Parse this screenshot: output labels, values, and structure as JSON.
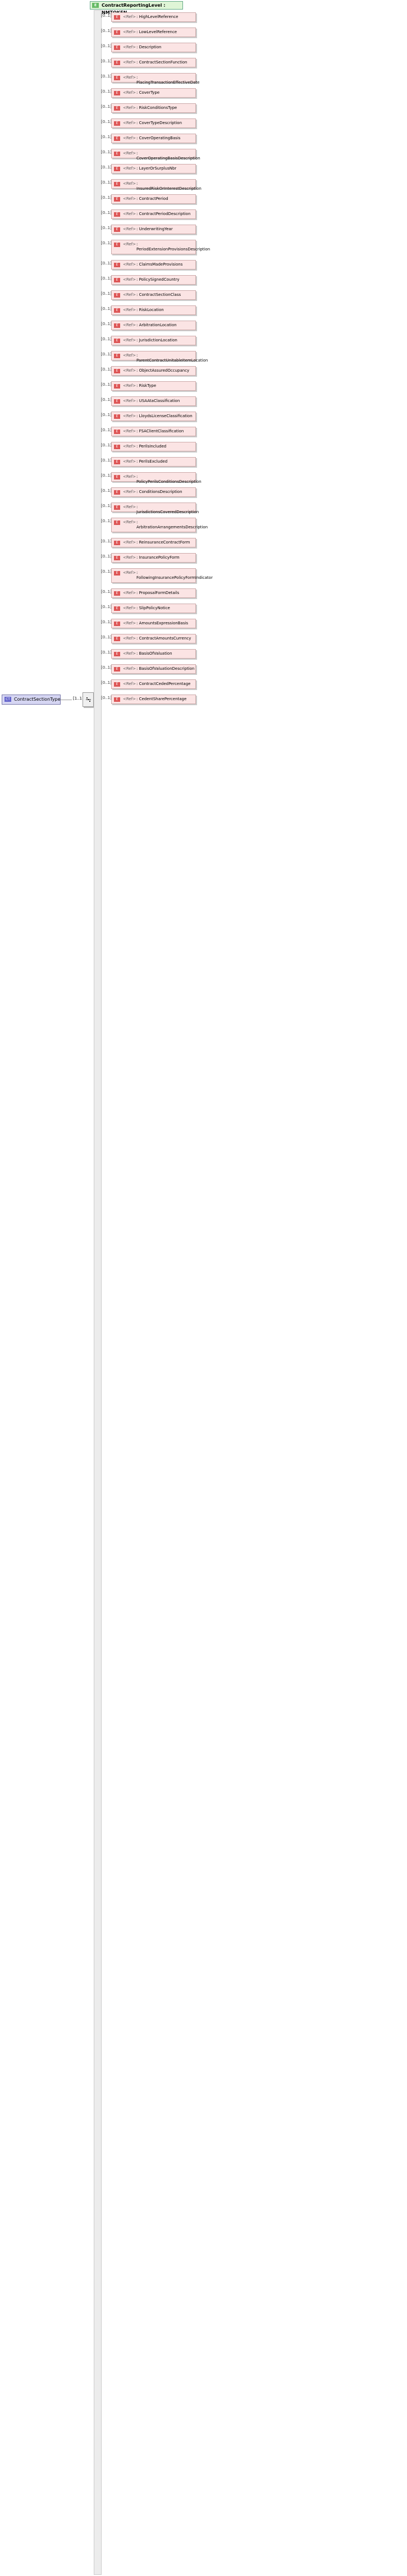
{
  "root": {
    "name": "ContractReportingLevel",
    "suffix": "NMTOKEN",
    "tag": "E"
  },
  "complex_type": {
    "label": "ContractSectionType",
    "tag": "CT"
  },
  "sequence_cardinality": "[1..1]",
  "ref_label": "<Ref>",
  "element_tag": "E",
  "elements": [
    {
      "card": "[0..1]",
      "name": ": HighLevelReference"
    },
    {
      "card": "[0..1]",
      "name": ": LowLevelReference"
    },
    {
      "card": "[0..1]",
      "name": ": Description"
    },
    {
      "card": "[0..1]",
      "name": ": ContractSectionFunction"
    },
    {
      "card": "[0..1]",
      "name": ": PlacingTransactionEffectiveDate"
    },
    {
      "card": "[0..1]",
      "name": ": CoverType"
    },
    {
      "card": "[0..1]",
      "name": ": RiskConditionsType"
    },
    {
      "card": "[0..1]",
      "name": ": CoverTypeDescription"
    },
    {
      "card": "[0..1]",
      "name": ": CoverOperatingBasis"
    },
    {
      "card": "[0..1]",
      "name": ": CoverOperatingBasisDescription"
    },
    {
      "card": "[0..1]",
      "name": ": LayerOrSurplusNbr"
    },
    {
      "card": "[0..1]",
      "name": ": InsuredRiskOrInterestDescription"
    },
    {
      "card": "[0..1]",
      "name": ": ContractPeriod"
    },
    {
      "card": "[0..1]",
      "name": ": ContractPeriodDescription"
    },
    {
      "card": "[0..1]",
      "name": ": UnderwritingYear"
    },
    {
      "card": "[0..1]",
      "name": ": PeriodExtensionProvisionsDescription",
      "tall": true
    },
    {
      "card": "[0..1]",
      "name": ": ClaimsMadeProvisions"
    },
    {
      "card": "[0..1]",
      "name": ": PolicySignedCountry"
    },
    {
      "card": "[0..1]",
      "name": ": ContractSectionClass"
    },
    {
      "card": "[0..1]",
      "name": ": RiskLocation"
    },
    {
      "card": "[0..1]",
      "name": ": ArbitrationLocation"
    },
    {
      "card": "[0..1]",
      "name": ": JurisdictionLocation"
    },
    {
      "card": "[0..1]",
      "name": ": ParentContractUnitableItemLocation"
    },
    {
      "card": "[0..1]",
      "name": ": ObjectAssuredOccupancy"
    },
    {
      "card": "[0..1]",
      "name": ": RiskType"
    },
    {
      "card": "[0..1]",
      "name": ": USAAtaClassification"
    },
    {
      "card": "[0..1]",
      "name": ": LloydsLicenseClassification"
    },
    {
      "card": "[0..1]",
      "name": ": FSAClientClassification"
    },
    {
      "card": "[0..1]",
      "name": ": PerilsIncluded"
    },
    {
      "card": "[0..1]",
      "name": ": PerilsExcluded"
    },
    {
      "card": "[0..1]",
      "name": ": PolicyPerilsConditionsDescription"
    },
    {
      "card": "[0..1]",
      "name": ": ConditionsDescription"
    },
    {
      "card": "[0..1]",
      "name": ": JurisdictionsCoveredDescription"
    },
    {
      "card": "[0..1]",
      "name": ": ArbitrationArrangementsDescription",
      "tall": true
    },
    {
      "card": "[0..1]",
      "name": ": ReinsuranceContractForm"
    },
    {
      "card": "[0..1]",
      "name": ": InsurancePolicyForm"
    },
    {
      "card": "[0..1]",
      "name": ": FollowingInsurancePolicyFormIndicator",
      "tall": true
    },
    {
      "card": "[0..1]",
      "name": ": ProposalFormDetails"
    },
    {
      "card": "[0..1]",
      "name": ": SlipPolicyNotice"
    },
    {
      "card": "[0..1]",
      "name": ": AmountsExpressionBasis"
    },
    {
      "card": "[0..1]",
      "name": ": ContractAmountsCurrency"
    },
    {
      "card": "[0..1]",
      "name": ": BasisOfValuation"
    },
    {
      "card": "[0..1]",
      "name": ": BasisOfValuationDescription"
    },
    {
      "card": "[0..1]",
      "name": ": ContractCededPercentage"
    },
    {
      "card": "[0..1]",
      "name": ": CedentSharePercentage"
    }
  ]
}
